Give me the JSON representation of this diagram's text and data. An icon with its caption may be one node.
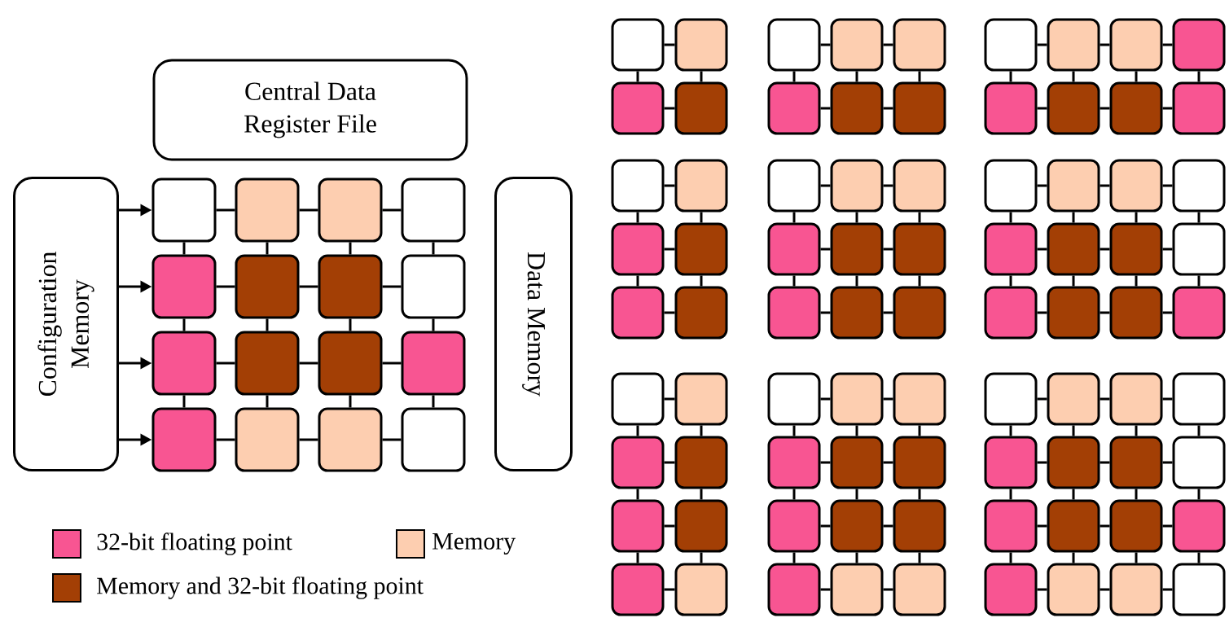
{
  "diagram": {
    "nodes": [
      {
        "text": [
          "Central Data Register File"
        ]
      },
      {
        "text": [
          "Configuration Memory"
        ]
      },
      {
        "text": [
          "Data Memory"
        ]
      },
      {
        "text": [],
        "shape": "box"
      },
      {
        "text": [],
        "shape": "box"
      },
      {
        "text": [],
        "shape": "box"
      },
      {
        "text": [],
        "shape": "box"
      },
      {
        "text": [],
        "shape": "box"
      },
      {
        "text": [],
        "shape": "box"
      },
      {
        "text": [],
        "shape": "box"
      },
      {
        "text": [],
        "shape": "box"
      },
      {
        "text": [],
        "shape": "box"
      },
      {
        "text": [],
        "shape": "box"
      },
      {
        "text": [],
        "shape": "box"
      },
      {
        "text": [],
        "shape": "box"
      },
      {
        "text": [],
        "shape": "box"
      },
      {
        "text": [],
        "shape": "box"
      },
      {
        "text": [],
        "shape": "box"
      },
      {
        "text": [],
        "shape": "box"
      },
      {
        "text": [],
        "shape": "box"
      },
      {
        "text": [],
        "shape": "box"
      },
      {
        "text": [],
        "shape": "box"
      },
      {
        "text": [],
        "shape": "box"
      },
      {
        "text": [],
        "shape": "box"
      },
      {
        "text": [],
        "shape": "box"
      },
      {
        "text": [],
        "shape": "box"
      },
      {
        "text": [],
        "shape": "box"
      },
      {
        "text": [],
        "shape": "box"
      },
      {
        "text": [],
        "shape": "box"
      },
      {
        "text": [],
        "shape": "box"
      },
      {
        "text": [],
        "shape": "box"
      },
      {
        "text": [],
        "shape": "box"
      },
      {
        "text": [],
        "shape": "box"
      },
      {
        "text": [],
        "shape": "box"
      },
      {
        "text": [],
        "shape": "box"
      },
      {
        "text": [],
        "shape": "box"
      },
      {
        "text": [],
        "shape": "box"
      },
      {
        "text": [],
        "shape": "box"
      },
      {
        "text": [],
        "shape": "box"
      },
      {
        "text": [],
        "shape": "box"
      },
      {
        "text": [],
        "shape": "box"
      },
      {
        "text": [],
        "shape": "box"
      },
      {
        "text": [],
        "shape": "box"
      },
      {
        "text": [],
        "shape": "box"
      },
      {
        "text": [],
        "shape": "box"
      },
      {
        "text": [],
        "shape": "box"
      },
      {
        "text": [],
        "shape": "box"
      },
      {
        "text": [],
        "shape": "box"
      },
      {
        "text": [],
        "shape": "box"
      },
      {
        "text": [],
        "shape": "box"
      },
      {
        "text": [],
        "shape": "box"
      },
      {
        "text": [],
        "shape": "box"
      },
      {
        "text": [],
        "shape": "box"
      },
      {
        "text": [],
        "shape": "box"
      },
      {
        "text": [],
        "shape": "box"
      },
      {
        "text": [],
        "shape": "box"
      },
      {
        "text": [],
        "shape": "box"
      },
      {
        "text": [],
        "shape": "box"
      },
      {
        "text": [],
        "shape": "box"
      },
      {
        "text": [],
        "shape": "box"
      },
      {
        "text": [],
        "shape": "box"
      },
      {
        "text": [],
        "shape": "box"
      },
      {
        "text": [],
        "shape": "box"
      },
      {
        "text": [],
        "shape": "box"
      },
      {
        "text": [],
        "shape": "box"
      },
      {
        "text": [],
        "shape": "box"
      },
      {
        "text": [],
        "shape": "box"
      },
      {
        "text": [],
        "shape": "box"
      },
      {
        "text": [],
        "shape": "box"
      },
      {
        "text": [],
        "shape": "box"
      },
      {
        "text": [],
        "shape": "box"
      },
      {
        "text": [],
        "shape": "box"
      },
      {
        "text": [],
        "shape": "box"
      },
      {
        "text": [],
        "shape": "box"
      },
      {
        "text": [],
        "shape": "box"
      },
      {
        "text": [],
        "shape": "box"
      },
      {
        "text": [],
        "shape": "box"
      },
      {
        "text": [],
        "shape": "box"
      },
      {
        "text": [],
        "shape": "box"
      },
      {
        "text": [],
        "shape": "box"
      },
      {
        "text": [],
        "shape": "box"
      },
      {
        "text": [],
        "shape": "box"
      },
      {
        "text": [],
        "shape": "box"
      },
      {
        "text": [],
        "shape": "box"
      },
      {
        "text": [],
        "shape": "box"
      },
      {
        "text": [],
        "shape": "box"
      },
      {
        "text": [],
        "shape": "box"
      },
      {
        "text": [],
        "shape": "box"
      },
      {
        "text": [],
        "shape": "box"
      },
      {
        "text": [],
        "shape": "box"
      },
      {
        "text": [],
        "shape": "box"
      },
      {
        "text": [],
        "shape": "box"
      },
      {
        "text": [],
        "shape": "box"
      },
      {
        "text": [],
        "shape": "box"
      },
      {
        "text": [],
        "shape": "box"
      },
      {
        "text": [],
        "shape": "box"
      },
      {
        "text": [],
        "shape": "box"
      },
      {
        "text": [],
        "shape": "box"
      },
      {
        "text": [],
        "shape": "box"
      },
      {
        "text": [],
        "shape": "box"
      }
    ],
    "edges": [
      {
        "from": 1,
        "to": 3,
        "arrow": "to"
      },
      {
        "from": 1,
        "to": 7,
        "arrow": "to"
      },
      {
        "from": 1,
        "to": 11,
        "arrow": "to"
      },
      {
        "from": 1,
        "to": 15,
        "arrow": "to"
      },
      {
        "from": 3,
        "to": 4,
        "arrow": "none"
      },
      {
        "from": 4,
        "to": 5,
        "arrow": "none"
      },
      {
        "from": 5,
        "to": 6,
        "arrow": "none"
      },
      {
        "from": 3,
        "to": 7,
        "arrow": "none"
      },
      {
        "from": 4,
        "to": 8,
        "arrow": "none"
      },
      {
        "from": 5,
        "to": 9,
        "arrow": "none"
      },
      {
        "from": 6,
        "to": 10,
        "arrow": "none"
      },
      {
        "from": 7,
        "to": 8,
        "arrow": "none"
      },
      {
        "from": 8,
        "to": 9,
        "arrow": "none"
      },
      {
        "from": 9,
        "to": 10,
        "arrow": "none"
      },
      {
        "from": 7,
        "to": 11,
        "arrow": "none"
      },
      {
        "from": 8,
        "to": 12,
        "arrow": "none"
      },
      {
        "from": 9,
        "to": 13,
        "arrow": "none"
      },
      {
        "from": 10,
        "to": 14,
        "arrow": "none"
      },
      {
        "from": 11,
        "to": 12,
        "arrow": "none"
      },
      {
        "from": 12,
        "to": 13,
        "arrow": "none"
      },
      {
        "from": 13,
        "to": 14,
        "arrow": "none"
      },
      {
        "from": 11,
        "to": 15,
        "arrow": "none"
      },
      {
        "from": 12,
        "to": 16,
        "arrow": "none"
      },
      {
        "from": 13,
        "to": 17,
        "arrow": "none"
      },
      {
        "from": 14,
        "to": 18,
        "arrow": "none"
      },
      {
        "from": 15,
        "to": 16,
        "arrow": "none"
      },
      {
        "from": 16,
        "to": 17,
        "arrow": "none"
      },
      {
        "from": 17,
        "to": 18,
        "arrow": "none"
      },
      {
        "from": 19,
        "to": 20,
        "arrow": "none"
      },
      {
        "from": 19,
        "to": 21,
        "arrow": "none"
      },
      {
        "from": 20,
        "to": 22,
        "arrow": "none"
      },
      {
        "from": 21,
        "to": 22,
        "arrow": "none"
      },
      {
        "from": 23,
        "to": 24,
        "arrow": "none"
      },
      {
        "from": 24,
        "to": 25,
        "arrow": "none"
      },
      {
        "from": 23,
        "to": 26,
        "arrow": "none"
      },
      {
        "from": 24,
        "to": 27,
        "arrow": "none"
      },
      {
        "from": 25,
        "to": 28,
        "arrow": "none"
      },
      {
        "from": 26,
        "to": 27,
        "arrow": "none"
      },
      {
        "from": 27,
        "to": 28,
        "arrow": "none"
      },
      {
        "from": 29,
        "to": 30,
        "arrow": "none"
      },
      {
        "from": 30,
        "to": 31,
        "arrow": "none"
      },
      {
        "from": 31,
        "to": 32,
        "arrow": "none"
      },
      {
        "from": 29,
        "to": 33,
        "arrow": "none"
      },
      {
        "from": 30,
        "to": 34,
        "arrow": "none"
      },
      {
        "from": 31,
        "to": 35,
        "arrow": "none"
      },
      {
        "from": 32,
        "to": 36,
        "arrow": "none"
      },
      {
        "from": 33,
        "to": 34,
        "arrow": "none"
      },
      {
        "from": 34,
        "to": 35,
        "arrow": "none"
      },
      {
        "from": 35,
        "to": 36,
        "arrow": "none"
      },
      {
        "from": 37,
        "to": 38,
        "arrow": "none"
      },
      {
        "from": 37,
        "to": 39,
        "arrow": "none"
      },
      {
        "from": 38,
        "to": 40,
        "arrow": "none"
      },
      {
        "from": 39,
        "to": 40,
        "arrow": "none"
      },
      {
        "from": 39,
        "to": 41,
        "arrow": "none"
      },
      {
        "from": 40,
        "to": 42,
        "arrow": "none"
      },
      {
        "from": 41,
        "to": 42,
        "arrow": "none"
      },
      {
        "from": 43,
        "to": 44,
        "arrow": "none"
      },
      {
        "from": 44,
        "to": 45,
        "arrow": "none"
      },
      {
        "from": 43,
        "to": 46,
        "arrow": "none"
      },
      {
        "from": 44,
        "to": 47,
        "arrow": "none"
      },
      {
        "from": 45,
        "to": 48,
        "arrow": "none"
      },
      {
        "from": 46,
        "to": 47,
        "arrow": "none"
      },
      {
        "from": 47,
        "to": 48,
        "arrow": "none"
      },
      {
        "from": 46,
        "to": 49,
        "arrow": "none"
      },
      {
        "from": 47,
        "to": 50,
        "arrow": "none"
      },
      {
        "from": 48,
        "to": 51,
        "arrow": "none"
      },
      {
        "from": 49,
        "to": 50,
        "arrow": "none"
      },
      {
        "from": 50,
        "to": 51,
        "arrow": "none"
      },
      {
        "from": 52,
        "to": 53,
        "arrow": "none"
      },
      {
        "from": 53,
        "to": 54,
        "arrow": "none"
      },
      {
        "from": 54,
        "to": 55,
        "arrow": "none"
      },
      {
        "from": 52,
        "to": 56,
        "arrow": "none"
      },
      {
        "from": 53,
        "to": 57,
        "arrow": "none"
      },
      {
        "from": 54,
        "to": 58,
        "arrow": "none"
      },
      {
        "from": 55,
        "to": 59,
        "arrow": "none"
      },
      {
        "from": 56,
        "to": 57,
        "arrow": "none"
      },
      {
        "from": 57,
        "to": 58,
        "arrow": "none"
      },
      {
        "from": 58,
        "to": 59,
        "arrow": "none"
      },
      {
        "from": 56,
        "to": 60,
        "arrow": "none"
      },
      {
        "from": 57,
        "to": 61,
        "arrow": "none"
      },
      {
        "from": 58,
        "to": 62,
        "arrow": "none"
      },
      {
        "from": 59,
        "to": 63,
        "arrow": "none"
      },
      {
        "from": 60,
        "to": 61,
        "arrow": "none"
      },
      {
        "from": 61,
        "to": 62,
        "arrow": "none"
      },
      {
        "from": 62,
        "to": 63,
        "arrow": "none"
      },
      {
        "from": 64,
        "to": 65,
        "arrow": "none"
      },
      {
        "from": 64,
        "to": 66,
        "arrow": "none"
      },
      {
        "from": 65,
        "to": 67,
        "arrow": "none"
      },
      {
        "from": 66,
        "to": 67,
        "arrow": "none"
      },
      {
        "from": 66,
        "to": 68,
        "arrow": "none"
      },
      {
        "from": 67,
        "to": 69,
        "arrow": "none"
      },
      {
        "from": 68,
        "to": 69,
        "arrow": "none"
      },
      {
        "from": 68,
        "to": 70,
        "arrow": "none"
      },
      {
        "from": 69,
        "to": 71,
        "arrow": "none"
      },
      {
        "from": 70,
        "to": 71,
        "arrow": "none"
      },
      {
        "from": 72,
        "to": 73,
        "arrow": "none"
      },
      {
        "from": 73,
        "to": 74,
        "arrow": "none"
      },
      {
        "from": 72,
        "to": 75,
        "arrow": "none"
      },
      {
        "from": 73,
        "to": 76,
        "arrow": "none"
      },
      {
        "from": 74,
        "to": 77,
        "arrow": "none"
      },
      {
        "from": 75,
        "to": 76,
        "arrow": "none"
      },
      {
        "from": 76,
        "to": 77,
        "arrow": "none"
      },
      {
        "from": 75,
        "to": 78,
        "arrow": "none"
      },
      {
        "from": 76,
        "to": 79,
        "arrow": "none"
      },
      {
        "from": 77,
        "to": 80,
        "arrow": "none"
      },
      {
        "from": 78,
        "to": 79,
        "arrow": "none"
      },
      {
        "from": 79,
        "to": 80,
        "arrow": "none"
      },
      {
        "from": 78,
        "to": 81,
        "arrow": "none"
      },
      {
        "from": 79,
        "to": 82,
        "arrow": "none"
      },
      {
        "from": 80,
        "to": 83,
        "arrow": "none"
      },
      {
        "from": 81,
        "to": 82,
        "arrow": "none"
      },
      {
        "from": 82,
        "to": 83,
        "arrow": "none"
      },
      {
        "from": 84,
        "to": 85,
        "arrow": "none"
      },
      {
        "from": 85,
        "to": 86,
        "arrow": "none"
      },
      {
        "from": 86,
        "to": 87,
        "arrow": "none"
      },
      {
        "from": 84,
        "to": 88,
        "arrow": "none"
      },
      {
        "from": 85,
        "to": 89,
        "arrow": "none"
      },
      {
        "from": 86,
        "to": 90,
        "arrow": "none"
      },
      {
        "from": 87,
        "to": 91,
        "arrow": "none"
      },
      {
        "from": 88,
        "to": 89,
        "arrow": "none"
      },
      {
        "from": 89,
        "to": 90,
        "arrow": "none"
      },
      {
        "from": 90,
        "to": 91,
        "arrow": "none"
      },
      {
        "from": 88,
        "to": 92,
        "arrow": "none"
      },
      {
        "from": 89,
        "to": 93,
        "arrow": "none"
      },
      {
        "from": 90,
        "to": 94,
        "arrow": "none"
      },
      {
        "from": 91,
        "to": 95,
        "arrow": "none"
      },
      {
        "from": 92,
        "to": 93,
        "arrow": "none"
      },
      {
        "from": 93,
        "to": 94,
        "arrow": "none"
      },
      {
        "from": 94,
        "to": 95,
        "arrow": "none"
      },
      {
        "from": 92,
        "to": 96,
        "arrow": "none"
      },
      {
        "from": 93,
        "to": 97,
        "arrow": "none"
      },
      {
        "from": 94,
        "to": 98,
        "arrow": "none"
      },
      {
        "from": 95,
        "to": 99,
        "arrow": "none"
      },
      {
        "from": 96,
        "to": 97,
        "arrow": "none"
      },
      {
        "from": 97,
        "to": 98,
        "arrow": "none"
      },
      {
        "from": 98,
        "to": 99,
        "arrow": "none"
      }
    ],
    "legend": [
      {
        "text": "32-bit floating point",
        "color": "#f85592"
      },
      {
        "text": "Memory",
        "color": "#fdceb0"
      },
      {
        "text": "Memory and 32-bit floating point",
        "color": "#a33f05"
      }
    ]
  }
}
